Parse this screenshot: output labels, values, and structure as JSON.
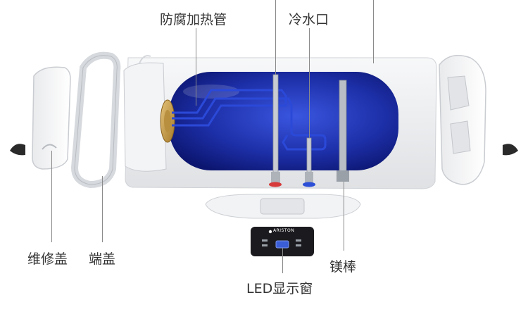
{
  "labels": {
    "heating_element": "防腐加热管",
    "cold_water_inlet": "冷水口",
    "maintenance_cover": "维修盖",
    "end_cover": "端盖",
    "magnesium_rod": "镁棒",
    "led_display": "LED显示窗"
  },
  "display_brand": "ARISTON",
  "colors": {
    "tank_blue": "#1d2fa8",
    "shell_white": "#f1f2f4",
    "flange_brass": "#c9a14a",
    "hot_outlet_red": "#d63a3a",
    "cold_inlet_blue": "#2b4fd6",
    "display_black": "#1b1b1f"
  },
  "icons": [
    "left-knob-icon",
    "right-knob-icon",
    "ariston-logo-icon"
  ]
}
